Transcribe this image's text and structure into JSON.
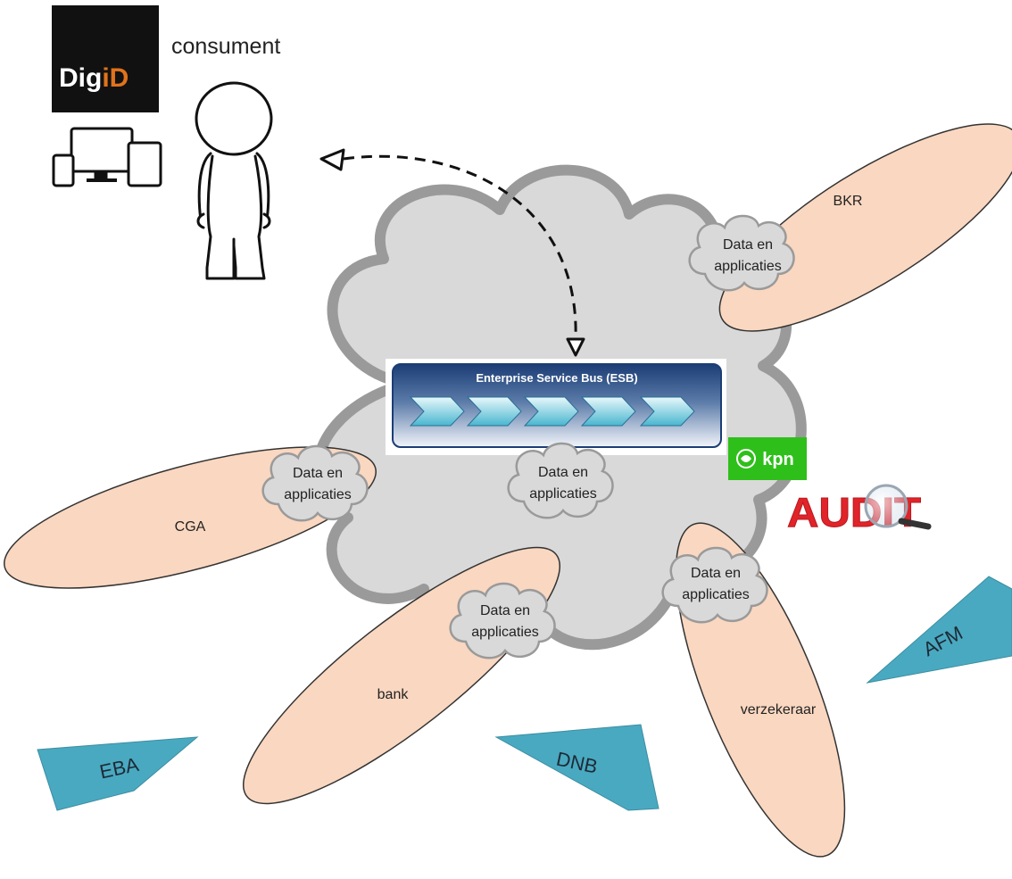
{
  "consumer": {
    "label": "consument",
    "digid_logo": {
      "prefix": "Dig",
      "suffix": "iD"
    },
    "devices_icon": "devices-icon",
    "person_icon": "person-icon"
  },
  "esb": {
    "title": "Enterprise Service Bus (ESB)",
    "chevron_count": 5
  },
  "cloud": {
    "bubble_line1": "Data en",
    "bubble_line2": "applicaties"
  },
  "parties": {
    "bkr": "BKR",
    "cga": "CGA",
    "bank": "bank",
    "verzekeraar": "verzekeraar"
  },
  "regulators": {
    "eba": "EBA",
    "dnb": "DNB",
    "afm": "AFM"
  },
  "logos": {
    "kpn": "kpn",
    "audit": "AUDIT"
  },
  "colors": {
    "party_fill": "#fad7c0",
    "party_stroke": "#333333",
    "cloud_fill": "#d9d9d9",
    "cloud_stroke": "#9a9a9a",
    "regulator_fill": "#49a9c0",
    "esb_dark": "#1b3d75",
    "kpn_green": "#2fbf1b",
    "audit_red": "#e0242a"
  }
}
